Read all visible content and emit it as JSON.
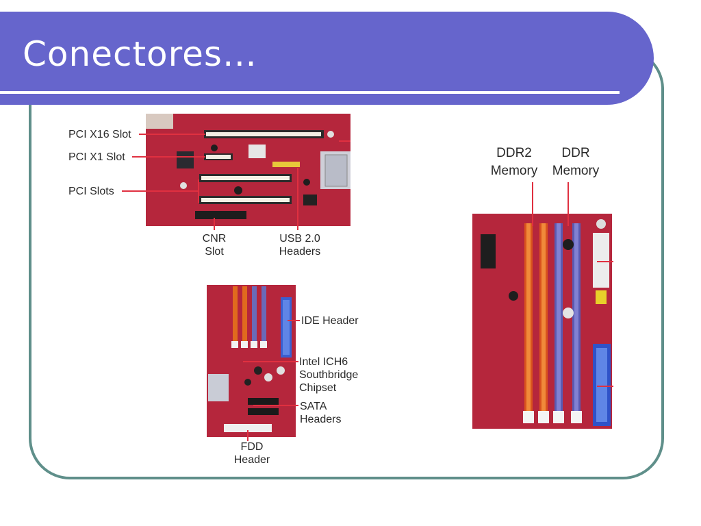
{
  "slide": {
    "title": "Conectores…",
    "colors": {
      "title_bar": "#6665cc",
      "frame": "#5f8f8a",
      "board": "#b5263c"
    }
  },
  "top_image": {
    "labels": {
      "pci_x16": "PCI X16 Slot",
      "pci_x1": "PCI X1 Slot",
      "pci_slots": "PCI Slots",
      "cnr_line1": "CNR",
      "cnr_line2": "Slot",
      "usb_line1": "USB 2.0",
      "usb_line2": "Headers"
    }
  },
  "bottom_image": {
    "labels": {
      "ide": "IDE Header",
      "ich6_line1": "Intel ICH6",
      "ich6_line2": "Southbridge",
      "ich6_line3": "Chipset",
      "sata_line1": "SATA",
      "sata_line2": "Headers",
      "fdd_line1": "FDD",
      "fdd_line2": "Header"
    }
  },
  "right_image": {
    "labels": {
      "ddr2_line1": "DDR2",
      "ddr2_line2": "Memory",
      "ddr_line1": "DDR",
      "ddr_line2": "Memory"
    }
  }
}
